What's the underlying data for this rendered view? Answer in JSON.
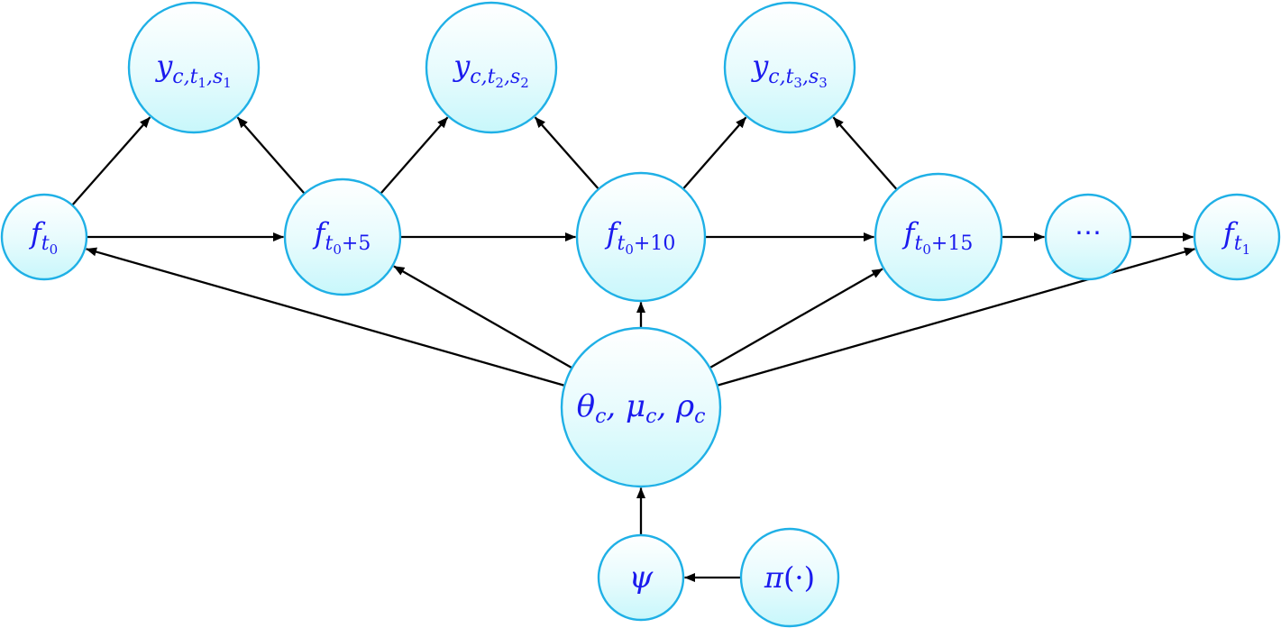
{
  "diagram": {
    "nodes": {
      "y1": {
        "base": "y",
        "sub": "c,t",
        "subsub": "1",
        "sub2": ",s",
        "sub2sub": "1"
      },
      "y2": {
        "base": "y",
        "sub": "c,t",
        "subsub": "2",
        "sub2": ",s",
        "sub2sub": "2"
      },
      "y3": {
        "base": "y",
        "sub": "c,t",
        "subsub": "3",
        "sub2": ",s",
        "sub2sub": "3"
      },
      "ft0": {
        "base": "f",
        "sub": "t",
        "subsub": "0"
      },
      "ft5": {
        "base": "f",
        "sub": "t",
        "subsub": "0",
        "sub_tail": "+5"
      },
      "ft10": {
        "base": "f",
        "sub": "t",
        "subsub": "0",
        "sub_tail": "+10"
      },
      "ft15": {
        "base": "f",
        "sub": "t",
        "subsub": "0",
        "sub_tail": "+15"
      },
      "dots": {
        "text": "⋯"
      },
      "ft1": {
        "base": "f",
        "sub": "t",
        "subsub": "1"
      },
      "theta": {
        "text": "θ",
        "sub1": "c",
        "text2": ", μ",
        "sub2": "c",
        "text3": ", ρ",
        "sub3": "c"
      },
      "psi": {
        "text": "ψ"
      },
      "prior": {
        "base": "π",
        "args": "(·)"
      }
    },
    "edges": [
      {
        "from": "ft0",
        "to": "y1"
      },
      {
        "from": "ft5",
        "to": "y1"
      },
      {
        "from": "ft5",
        "to": "y2"
      },
      {
        "from": "ft10",
        "to": "y2"
      },
      {
        "from": "ft10",
        "to": "y3"
      },
      {
        "from": "ft15",
        "to": "y3"
      },
      {
        "from": "ft0",
        "to": "ft5"
      },
      {
        "from": "ft5",
        "to": "ft10"
      },
      {
        "from": "ft10",
        "to": "ft15"
      },
      {
        "from": "ft15",
        "to": "dots"
      },
      {
        "from": "dots",
        "to": "ft1"
      },
      {
        "from": "theta",
        "to": "ft0"
      },
      {
        "from": "theta",
        "to": "ft5"
      },
      {
        "from": "theta",
        "to": "ft10"
      },
      {
        "from": "theta",
        "to": "ft15"
      },
      {
        "from": "theta",
        "to": "ft1"
      },
      {
        "from": "psi",
        "to": "theta"
      },
      {
        "from": "prior",
        "to": "psi"
      }
    ],
    "colors": {
      "node_stroke": "#1fb0e6",
      "node_fill_top": "#ffffff",
      "node_fill_bottom": "#c8f7fb",
      "label": "#1a1aee",
      "edge": "#000000"
    }
  }
}
